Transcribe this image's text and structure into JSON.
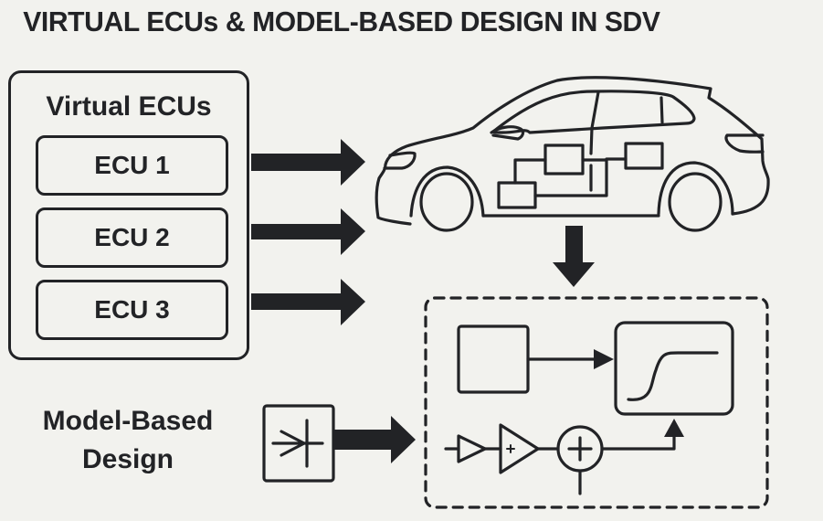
{
  "title": "VIRTUAL ECUs & MODEL-BASED DESIGN IN SDV",
  "virtual_ecus": {
    "heading": "Virtual ECUs",
    "items": [
      {
        "label": "ECU 1"
      },
      {
        "label": "ECU 2"
      },
      {
        "label": "ECU 3"
      }
    ]
  },
  "model_based_design": {
    "label_line1": "Model-Based",
    "label_line2": "Design"
  },
  "diagram": {
    "vehicle": "car-outline-with-ecu-network",
    "model_block": "dashed-model-subsystem",
    "colors": {
      "background": "#f2f2ee",
      "ink": "#222326"
    }
  }
}
